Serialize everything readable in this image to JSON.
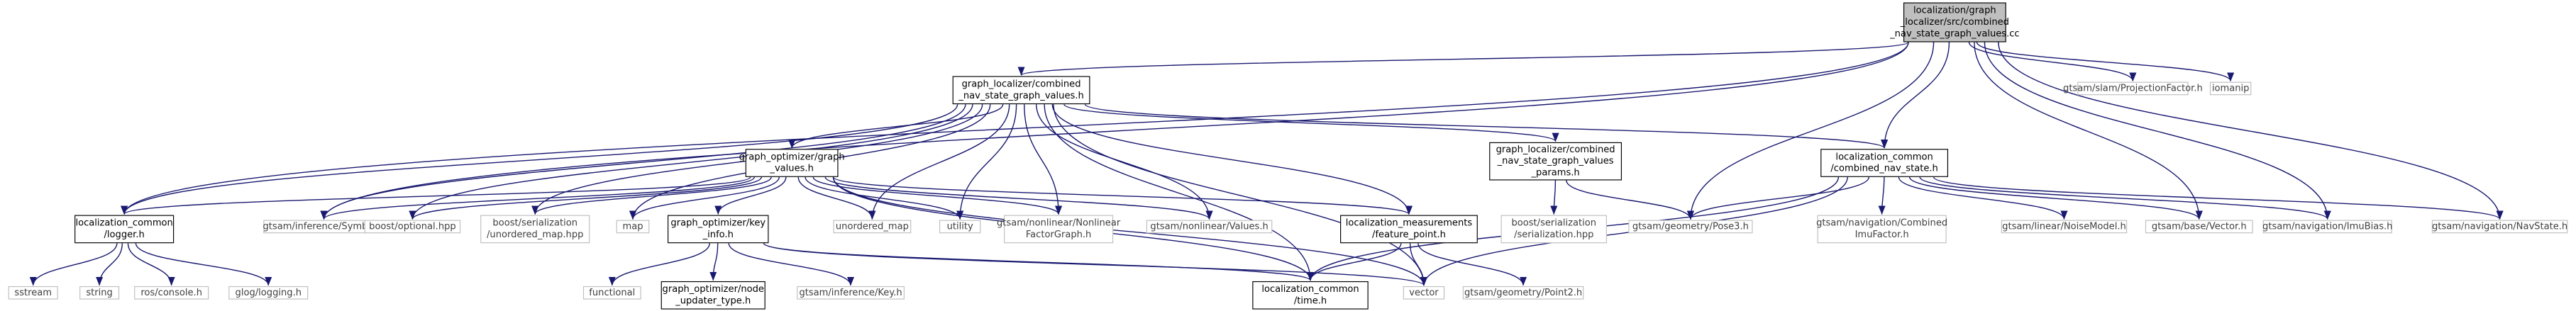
{
  "graph": {
    "nodes": {
      "root": [
        "localization/graph",
        "_localizer/src/combined",
        "_nav_state_graph_values.cc"
      ],
      "cnsgv_h": [
        "graph_localizer/combined",
        "_nav_state_graph_values.h"
      ],
      "projfactor": [
        "gtsam/slam/ProjectionFactor.h"
      ],
      "iomanip": [
        "iomanip"
      ],
      "go_values": [
        "graph_optimizer/graph",
        "_values.h"
      ],
      "params_h": [
        "graph_localizer/combined",
        "_nav_state_graph_values",
        "_params.h"
      ],
      "cns_h": [
        "localization_common",
        "/combined_nav_state.h"
      ],
      "logger": [
        "localization_common",
        "/logger.h"
      ],
      "symbol": [
        "gtsam/inference/Symbol.h"
      ],
      "optional": [
        "boost/optional.hpp"
      ],
      "unordered_map_hpp": [
        "boost/serialization",
        "/unordered_map.hpp"
      ],
      "map": [
        "map"
      ],
      "key_info": [
        "graph_optimizer/key",
        "_info.h"
      ],
      "unordered_map": [
        "unordered_map"
      ],
      "utility": [
        "utility"
      ],
      "nlfg": [
        "gtsam/nonlinear/Nonlinear",
        "FactorGraph.h"
      ],
      "nlvalues": [
        "gtsam/nonlinear/Values.h"
      ],
      "feature_point": [
        "localization_measurements",
        "/feature_point.h"
      ],
      "ser_hpp": [
        "boost/serialization",
        "/serialization.hpp"
      ],
      "pose3": [
        "gtsam/geometry/Pose3.h"
      ],
      "cimu": [
        "gtsam/navigation/Combined",
        "ImuFactor.h"
      ],
      "noise": [
        "gtsam/linear/NoiseModel.h"
      ],
      "vector_h": [
        "gtsam/base/Vector.h"
      ],
      "imubias": [
        "gtsam/navigation/ImuBias.h"
      ],
      "navstate": [
        "gtsam/navigation/NavState.h"
      ],
      "sstream": [
        "sstream"
      ],
      "string": [
        "string"
      ],
      "console": [
        "ros/console.h"
      ],
      "glog": [
        "glog/logging.h"
      ],
      "functional": [
        "functional"
      ],
      "updater": [
        "graph_optimizer/node",
        "_updater_type.h"
      ],
      "key_h": [
        "gtsam/inference/Key.h"
      ],
      "time_h": [
        "localization_common",
        "/time.h"
      ],
      "vector": [
        "vector"
      ],
      "point2": [
        "gtsam/geometry/Point2.h"
      ]
    },
    "edge_color": "#191970",
    "ext_border": "#bfbfbf",
    "root_fill": "#bfbfbf"
  }
}
